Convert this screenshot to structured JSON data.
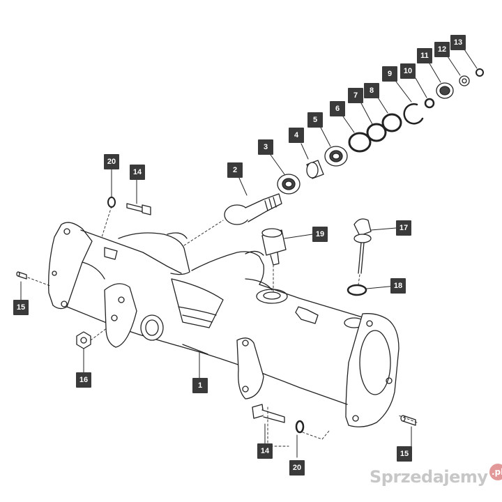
{
  "diagram": {
    "parts": [
      {
        "id": "part-1",
        "number": "1"
      },
      {
        "id": "part-2",
        "number": "2"
      },
      {
        "id": "part-3",
        "number": "3"
      },
      {
        "id": "part-4",
        "number": "4"
      },
      {
        "id": "part-5",
        "number": "5"
      },
      {
        "id": "part-6",
        "number": "6"
      },
      {
        "id": "part-7",
        "number": "7"
      },
      {
        "id": "part-8",
        "number": "8"
      },
      {
        "id": "part-9",
        "number": "9"
      },
      {
        "id": "part-10",
        "number": "10"
      },
      {
        "id": "part-11",
        "number": "11"
      },
      {
        "id": "part-12",
        "number": "12"
      },
      {
        "id": "part-13",
        "number": "13"
      },
      {
        "id": "part-14-top",
        "number": "14"
      },
      {
        "id": "part-14-bottom",
        "number": "14"
      },
      {
        "id": "part-15-left",
        "number": "15"
      },
      {
        "id": "part-15-right",
        "number": "15"
      },
      {
        "id": "part-16",
        "number": "16"
      },
      {
        "id": "part-17",
        "number": "17"
      },
      {
        "id": "part-18",
        "number": "18"
      },
      {
        "id": "part-19",
        "number": "19"
      },
      {
        "id": "part-20-top",
        "number": "20"
      },
      {
        "id": "part-20-bottom",
        "number": "20"
      }
    ],
    "colors": {
      "line": "#222222",
      "callout_bg": "#3a3a3a",
      "callout_text": "#ffffff"
    }
  },
  "watermark": {
    "text": "Sprzedajemy",
    "badge": ".pl"
  }
}
